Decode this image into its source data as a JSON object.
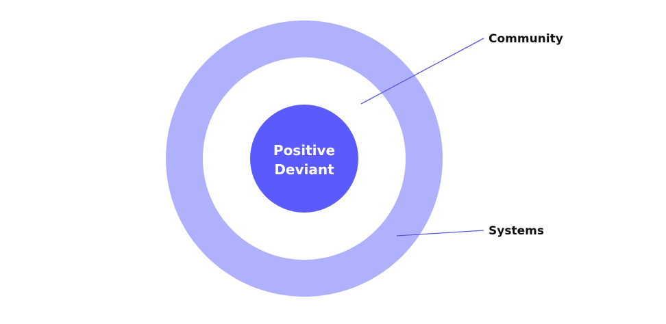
{
  "diagram": {
    "center_label_line1": "Positive",
    "center_label_line2": "Deviant",
    "outer_label_top": "Community",
    "outer_label_bottom": "Systems"
  },
  "colors": {
    "outer_ring": "#b0b1fd",
    "inner_circle": "#5b5bfd",
    "callout_line": "#5657e0",
    "background": "#ffffff"
  }
}
